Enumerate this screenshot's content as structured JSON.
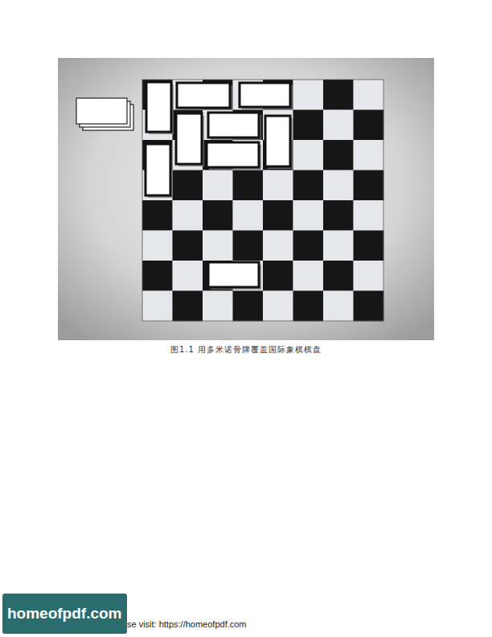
{
  "diagram": {
    "caption": "图1.1 用多米诺骨牌覆盖国际象棋棋盘",
    "nodes": [
      {
        "text": [
          "homeofpdf.com"
        ]
      }
    ],
    "labels": [
      "e please visit: https://homeofpdf.com"
    ]
  }
}
